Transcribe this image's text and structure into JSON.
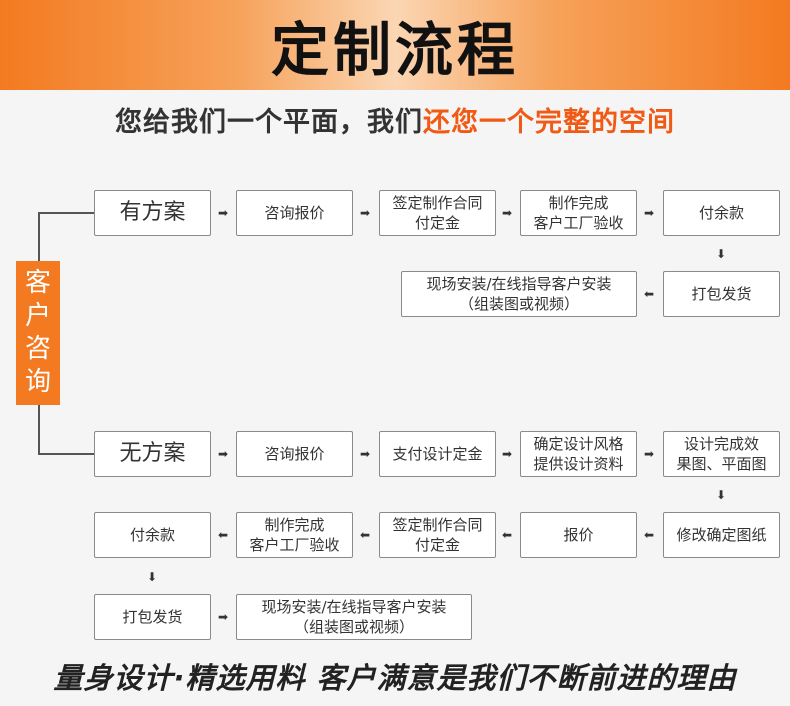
{
  "header": {
    "title": "定制流程"
  },
  "subtitle": {
    "part1": "您给我们一个平面，我们",
    "part2": "还您一个完整的空间"
  },
  "side_label": "客\n户\n咨\n询",
  "flow_a": {
    "start": "有方案",
    "steps": [
      "咨询报价",
      "签定制作合同\n付定金",
      "制作完成\n客户工厂验收",
      "付余款",
      "打包发货",
      "现场安装/在线指导客户安装\n（组装图或视频）"
    ]
  },
  "flow_b": {
    "start": "无方案",
    "steps": [
      "咨询报价",
      "支付设计定金",
      "确定设计风格\n提供设计资料",
      "设计完成效\n果图、平面图",
      "修改确定图纸",
      "报价",
      "签定制作合同\n付定金",
      "制作完成\n客户工厂验收",
      "付余款",
      "打包发货",
      "现场安装/在线指导客户安装\n（组装图或视频）"
    ]
  },
  "arrows": {
    "right": "➡",
    "left": "⬅",
    "down": "⬇"
  },
  "footer": "量身设计·精选用料  客户满意是我们不断前进的理由"
}
